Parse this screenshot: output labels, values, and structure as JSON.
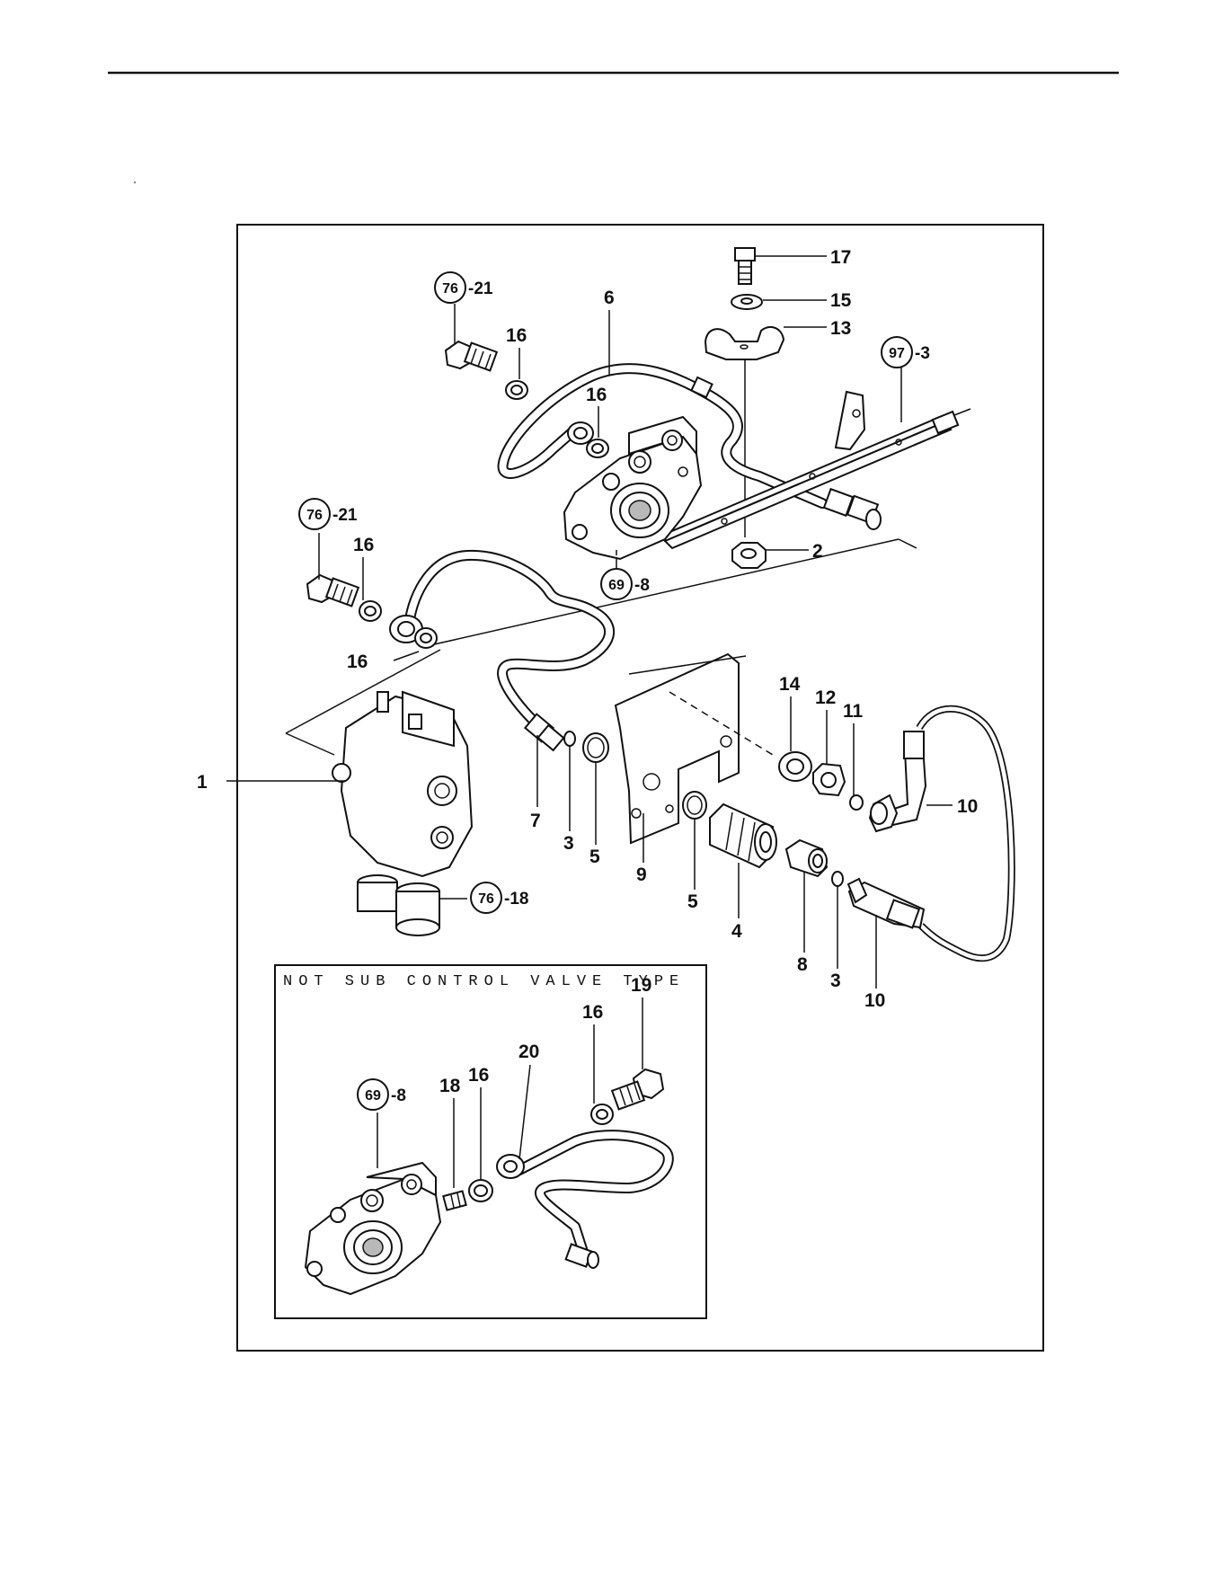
{
  "inset": {
    "title": "NOT SUB CONTROL VALVE TYPE"
  },
  "callouts": [
    {
      "id": "c-17",
      "text": "17"
    },
    {
      "id": "c-15",
      "text": "15"
    },
    {
      "id": "c-13",
      "text": "13"
    },
    {
      "id": "c-6",
      "text": "6"
    },
    {
      "id": "c-16a",
      "text": "16"
    },
    {
      "id": "c-16b",
      "text": "16"
    },
    {
      "id": "c-2",
      "text": "2"
    },
    {
      "id": "c-16c",
      "text": "16"
    },
    {
      "id": "c-16d",
      "text": "16"
    },
    {
      "id": "c-14",
      "text": "14"
    },
    {
      "id": "c-12",
      "text": "12"
    },
    {
      "id": "c-11",
      "text": "11"
    },
    {
      "id": "c-10a",
      "text": "10"
    },
    {
      "id": "c-1",
      "text": "1"
    },
    {
      "id": "c-7",
      "text": "7"
    },
    {
      "id": "c-3a",
      "text": "3"
    },
    {
      "id": "c-5a",
      "text": "5"
    },
    {
      "id": "c-9",
      "text": "9"
    },
    {
      "id": "c-5b",
      "text": "5"
    },
    {
      "id": "c-4",
      "text": "4"
    },
    {
      "id": "c-8",
      "text": "8"
    },
    {
      "id": "c-3b",
      "text": "3"
    },
    {
      "id": "c-10b",
      "text": "10"
    },
    {
      "id": "c-19",
      "text": "19"
    },
    {
      "id": "c-16e",
      "text": "16"
    },
    {
      "id": "c-20",
      "text": "20"
    },
    {
      "id": "c-18",
      "text": "18"
    },
    {
      "id": "c-16f",
      "text": "16"
    }
  ],
  "group_refs": [
    {
      "id": "g-76a",
      "num": "76",
      "suffix": "-21"
    },
    {
      "id": "g-97",
      "num": "97",
      "suffix": "-3"
    },
    {
      "id": "g-76b",
      "num": "76",
      "suffix": "-21"
    },
    {
      "id": "g-69a",
      "num": "69",
      "suffix": "-8"
    },
    {
      "id": "g-76c",
      "num": "76",
      "suffix": "-18"
    },
    {
      "id": "g-69b",
      "num": "69",
      "suffix": "-8"
    }
  ]
}
